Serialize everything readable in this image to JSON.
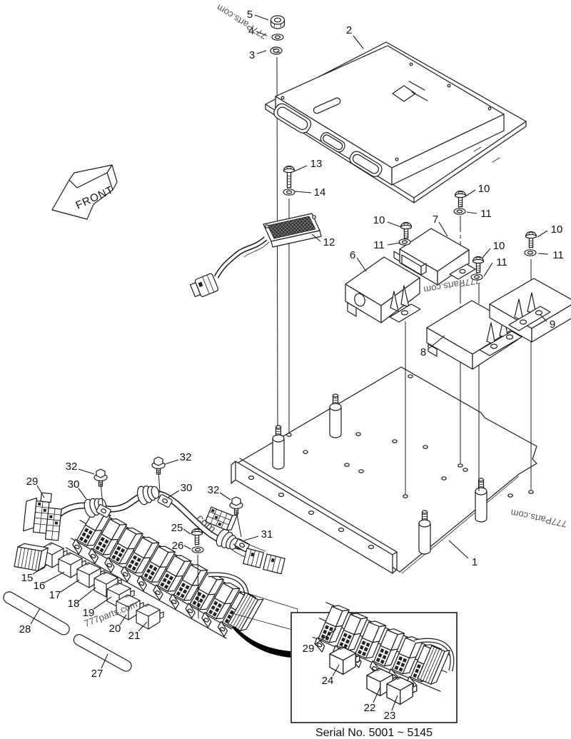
{
  "diagram": {
    "front_arrow_label": "FRONT",
    "serial_note": "Serial No. 5001 ~ 5145"
  },
  "watermarks": {
    "flipped": "777Parts.com",
    "plain": "777parts.com",
    "fragment": ".com"
  },
  "parts": {
    "p1": "1",
    "p2": "2",
    "p3": "3",
    "p4": "4",
    "p5": "5",
    "p6": "6",
    "p7": "7",
    "p8": "8",
    "p9": "9",
    "p10": "10",
    "p11": "11",
    "p12": "12",
    "p13": "13",
    "p14": "14",
    "p15": "15",
    "p16": "16",
    "p17": "17",
    "p18": "18",
    "p19": "19",
    "p20": "20",
    "p21": "21",
    "p22": "22",
    "p23": "23",
    "p24": "24",
    "p25": "25",
    "p26": "26",
    "p27": "27",
    "p28": "28",
    "p29": "29",
    "p30": "30",
    "p31": "31",
    "p32": "32"
  },
  "colors": {
    "line": "#1a1a1a",
    "background": "#ffffff",
    "watermark": "#454545",
    "grid_fill": "#2e2e2e"
  }
}
